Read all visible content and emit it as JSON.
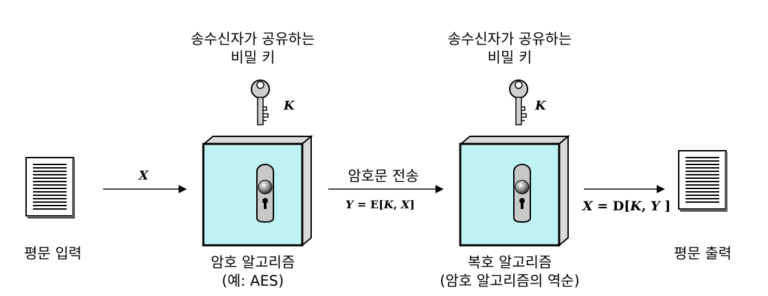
{
  "plaintext_input": {
    "label": "평문 입력"
  },
  "plaintext_output": {
    "label": "평문 출력"
  },
  "encryption": {
    "key_caption_line1": "송수신자가 공유하는",
    "key_caption_line2": "비밀 키",
    "key_symbol": "K",
    "name": "암호 알고리즘",
    "example": "(예: AES)"
  },
  "decryption": {
    "key_caption_line1": "송수신자가 공유하는",
    "key_caption_line2": "비밀 키",
    "key_symbol": "K",
    "name": "복호 알고리즘",
    "note": "(암호 알고리즘의 역순)"
  },
  "flow": {
    "input_symbol": "X",
    "transmit_label": "암호문 전송",
    "ciphertext": {
      "lhs": "Y",
      "eq": " = E[",
      "k": "K",
      "sep": ", ",
      "x": "X",
      "end": "]"
    },
    "output": {
      "lhs": "X",
      "eq": " = D[",
      "k": "K",
      "sep": ", ",
      "y": "Y",
      "end": " ]"
    }
  },
  "colors": {
    "box_face": "#bff2f2",
    "box_side": "#d9d9d9",
    "key_fill": "#cfcfcf",
    "lock_plate": "#c8c8c8"
  }
}
